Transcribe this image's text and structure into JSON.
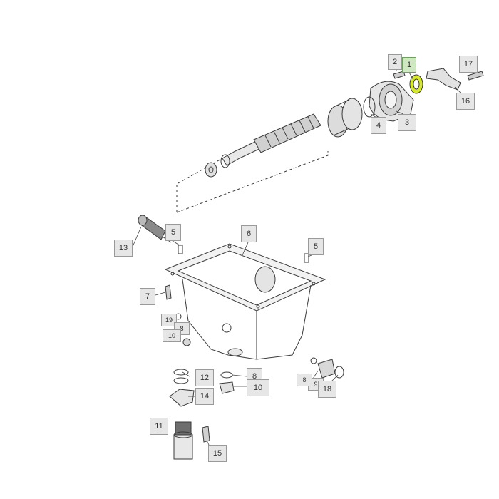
{
  "diagram": {
    "highlight_color": "#d8e92a",
    "callouts": [
      {
        "id": "c1",
        "label": "1",
        "highlighted": true
      },
      {
        "id": "c2",
        "label": "2"
      },
      {
        "id": "c3",
        "label": "3"
      },
      {
        "id": "c4",
        "label": "4"
      },
      {
        "id": "c16",
        "label": "16"
      },
      {
        "id": "c17",
        "label": "17"
      },
      {
        "id": "c5a",
        "label": "5"
      },
      {
        "id": "c5b",
        "label": "5"
      },
      {
        "id": "c6",
        "label": "6"
      },
      {
        "id": "c13",
        "label": "13"
      },
      {
        "id": "c7",
        "label": "7"
      },
      {
        "id": "c19",
        "label": "19"
      },
      {
        "id": "c8a",
        "label": "8"
      },
      {
        "id": "c10a",
        "label": "10"
      },
      {
        "id": "c12",
        "label": "12"
      },
      {
        "id": "c14",
        "label": "14"
      },
      {
        "id": "c11",
        "label": "11"
      },
      {
        "id": "c15",
        "label": "15"
      },
      {
        "id": "c8b",
        "label": "8"
      },
      {
        "id": "c10b",
        "label": "10"
      },
      {
        "id": "c9",
        "label": "9"
      },
      {
        "id": "c8c",
        "label": "8"
      },
      {
        "id": "c18",
        "label": "18"
      }
    ]
  }
}
